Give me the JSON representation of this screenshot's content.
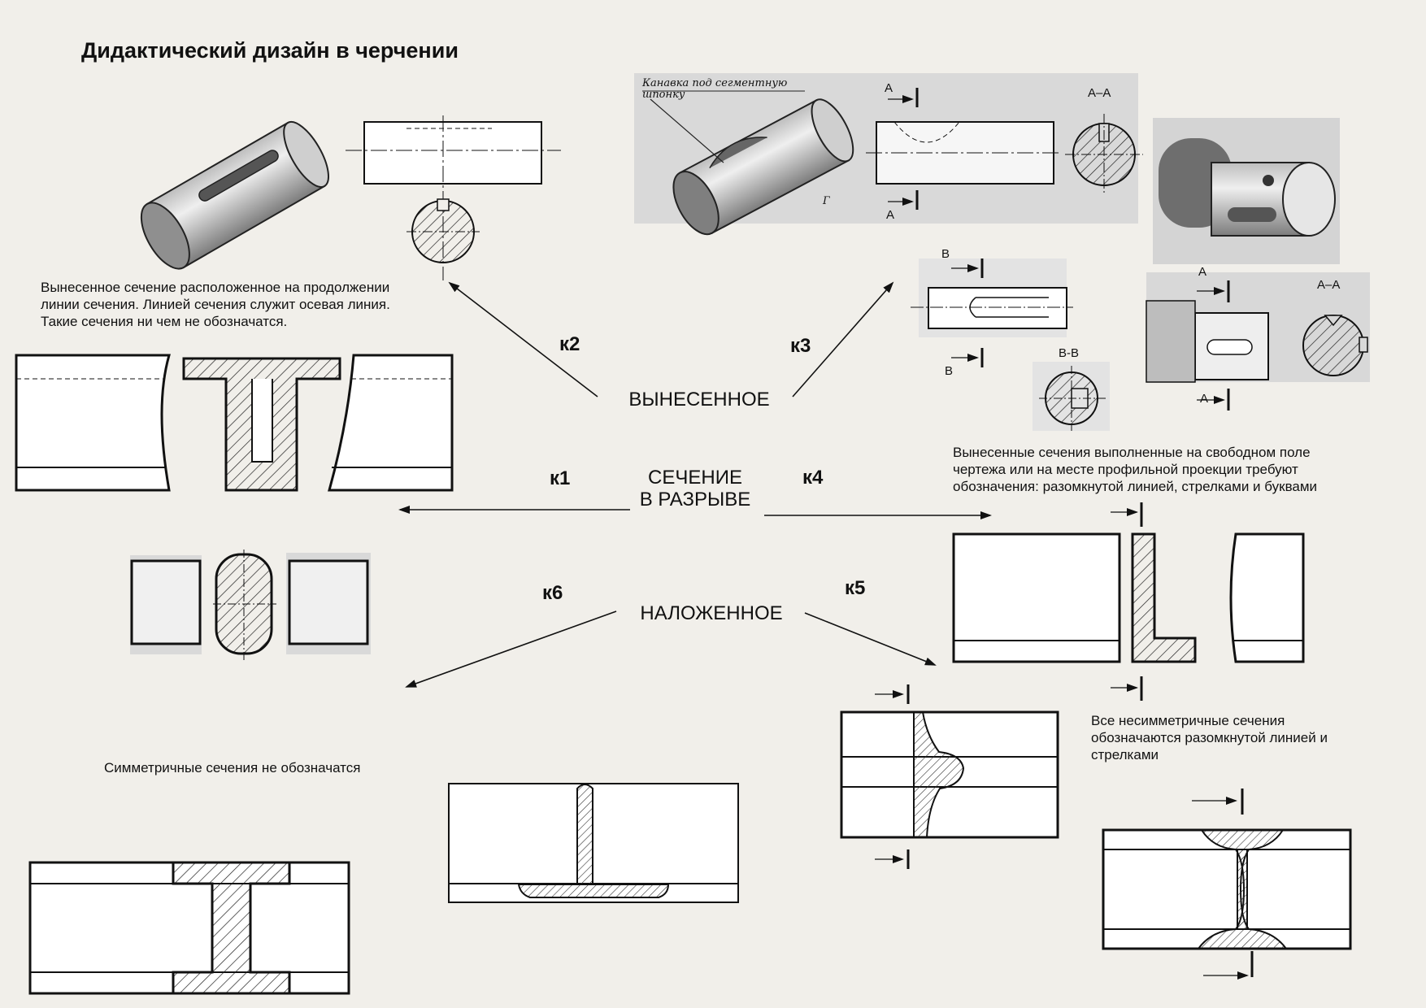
{
  "title": "Дидактический дизайн в черчении",
  "nodes": {
    "center": "СЕЧЕНИЕ\nВ РАЗРЫВЕ",
    "vynesennoe": "ВЫНЕСЕННОЕ",
    "nalozhennoe": "НАЛОЖЕННОЕ"
  },
  "links": {
    "k1": "к1",
    "k2": "к2",
    "k3": "к3",
    "k4": "к4",
    "k5": "к5",
    "k6": "к6"
  },
  "notes": {
    "k2_note": "Вынесенное сечение расположенное на продолжении\nлинии сечения. Линией сечения служит осевая линия.\nТакие сечения ни чем не обозначатся.",
    "k4_note": "Вынесенные сечения выполненные на свободном поле\nчертежа или на месте профильной проекции требуют\nобозначения: разомкнутой линией, стрелками и буквами",
    "k5_note": "Все несимметричные сечения\nобозначаются разомкнутой линией и\nстрелками",
    "k6_note": "Симметричные сечения не обозначатся"
  },
  "drawing_labels": {
    "groove_caption": "Канавка под сегментную\nшпонку",
    "letter_g": "Г",
    "a1": "А",
    "a2": "А",
    "aa1": "А–А",
    "b1": "В",
    "b2": "В",
    "bb": "В-В",
    "a3": "А",
    "aa2": "А–А",
    "a4": "А"
  },
  "colors": {
    "background": "#f1efea",
    "ink": "#111111",
    "photo_bg": "#d9d9d9"
  }
}
